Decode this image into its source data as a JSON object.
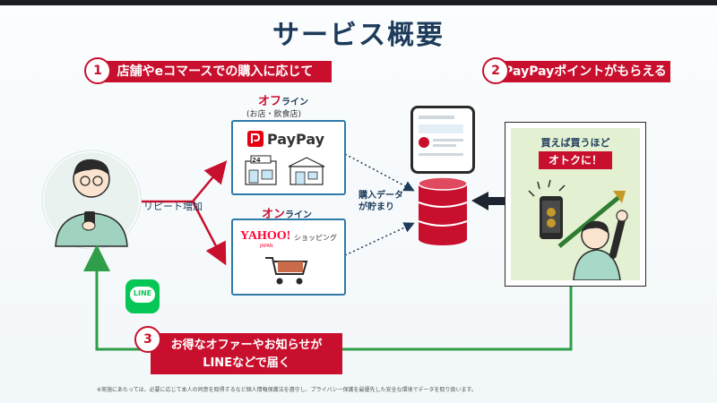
{
  "title": "サービス概要",
  "steps": [
    {
      "num": "1",
      "label": "店舗やeコマースでの購入に応じて"
    },
    {
      "num": "2",
      "label": "PayPayポイントがもらえる"
    },
    {
      "num": "3",
      "line1": "お得なオファーやお知らせが",
      "line2": "LINEなどで届く"
    }
  ],
  "offline": {
    "title_accent": "オフ",
    "title_rest": "ライン",
    "subtitle": "(お店・飲食店)",
    "brand": "PayPay",
    "store_sign": "24"
  },
  "online": {
    "title_accent": "オン",
    "title_rest": "ライン",
    "brand": "YAHOO!",
    "brand_sub": "JAPAN",
    "service": "ショッピング"
  },
  "repeat_label": "リピート増加",
  "db_label_line1": "購入データ",
  "db_label_line2": "が貯まり",
  "reward": {
    "line1": "買えば買うほど",
    "line2": "オトクに！"
  },
  "line_badge": "LINE",
  "footnote": "※実施にあたっては、必要に応じて本人の同意を取得するなど個人情報保護法を遵守し、プライバシー保護を最優先した安全な環境でデータを取り扱います。",
  "colors": {
    "accent_red": "#c8102e",
    "title_navy": "#1c3a59",
    "card_blue": "#2f79a8",
    "arrow_green": "#2e9e48",
    "db_red": "#c8102e",
    "line_green": "#06c755",
    "reward_panel": "#e3f0d2"
  }
}
